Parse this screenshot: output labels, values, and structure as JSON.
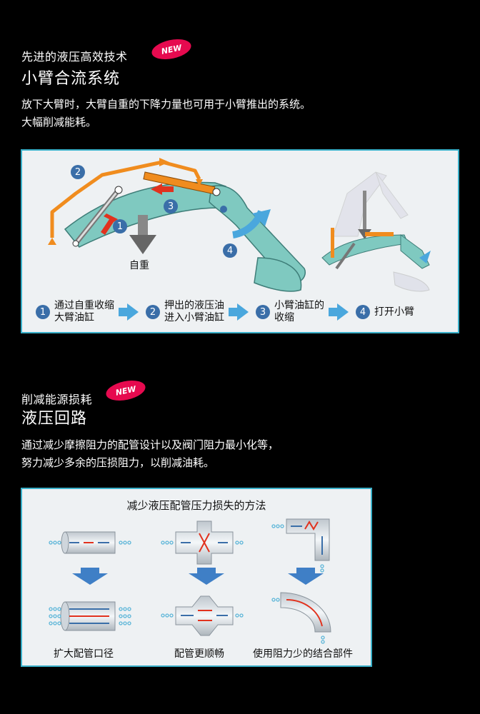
{
  "section1": {
    "kicker": "先进的液压高效技术",
    "badge": "NEW",
    "title": "小臂合流系统",
    "desc_line1": "放下大臂时，大臂自重的下降力量也可用于小臂推出的系统。",
    "desc_line2": "大幅削减能耗。",
    "diagram": {
      "label_weight": "自重",
      "n1": "1",
      "n2": "2",
      "n3": "3",
      "n4": "4"
    },
    "steps": [
      {
        "num": "1",
        "line1": "通过自重收缩",
        "line2": "大臂油缸"
      },
      {
        "num": "2",
        "line1": "押出的液压油",
        "line2": "进入小臂油缸"
      },
      {
        "num": "3",
        "line1": "小臂油缸的",
        "line2": "收缩"
      },
      {
        "num": "4",
        "line1": "打开小臂",
        "line2": ""
      }
    ]
  },
  "section2": {
    "kicker": "削减能源损耗",
    "badge": "NEW",
    "title": "液压回路",
    "desc_line1": "通过减少摩擦阻力的配管设计以及阀门阻力最小化等，",
    "desc_line2": "努力减少多余的压损阻力，以削减油耗。",
    "panel_title": "减少液压配管压力损失的方法",
    "captions": [
      "扩大配管口径",
      "配管更顺畅",
      "使用阻力少的结合部件"
    ]
  },
  "colors": {
    "badge": "#e60a4f",
    "panel_border": "#3ab0c9",
    "teal": "#7fc9c0",
    "orange": "#f08c1e",
    "blue": "#3a6ea8",
    "arrow_blue": "#4aa7dd",
    "red": "#e1321e"
  }
}
